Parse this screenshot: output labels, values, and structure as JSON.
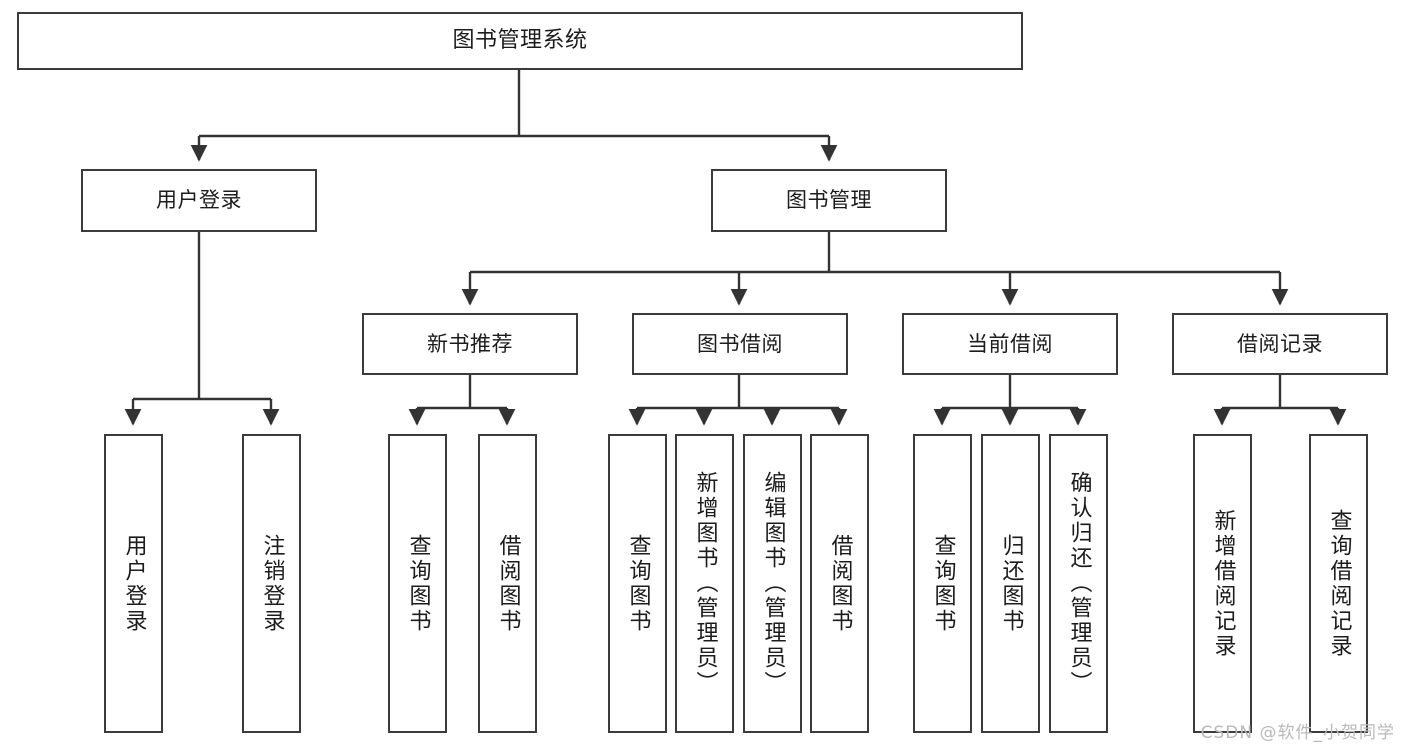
{
  "diagram": {
    "title": "图书管理系统",
    "type": "tree-hierarchy-chart",
    "colors": {
      "node_border": "#3b3b3b",
      "node_fill": "#ffffff",
      "edge": "#333333",
      "text": "#1c1c1c",
      "watermark": "#b9b9b9",
      "background": "#ffffff"
    }
  },
  "root": {
    "label": "图书管理系统"
  },
  "level1": [
    {
      "label": "用户登录"
    },
    {
      "label": "图书管理"
    }
  ],
  "level2": [
    {
      "label": "新书推荐"
    },
    {
      "label": "图书借阅"
    },
    {
      "label": "当前借阅"
    },
    {
      "label": "借阅记录"
    }
  ],
  "leaves": {
    "user_login": [
      {
        "label": "用户登录"
      },
      {
        "label": "注销登录"
      }
    ],
    "new_book_recommend": [
      {
        "label": "查询图书"
      },
      {
        "label": "借阅图书"
      }
    ],
    "book_borrow": [
      {
        "label": "查询图书"
      },
      {
        "label": "新增图书（管理员）"
      },
      {
        "label": "编辑图书（管理员）"
      },
      {
        "label": "借阅图书"
      }
    ],
    "current_borrow": [
      {
        "label": "查询图书"
      },
      {
        "label": "归还图书"
      },
      {
        "label": "确认归还（管理员）"
      }
    ],
    "borrow_record": [
      {
        "label": "新增借阅记录"
      },
      {
        "label": "查询借阅记录"
      }
    ]
  },
  "watermark": {
    "text": "CSDN @软件_小贺同学"
  }
}
